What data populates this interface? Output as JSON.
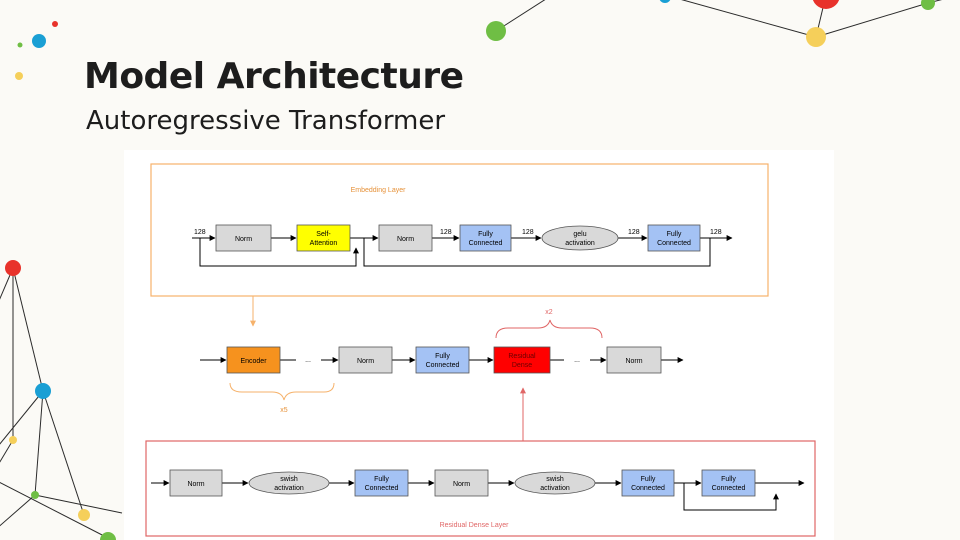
{
  "slide": {
    "title": "Model Architecture",
    "subtitle": "Autoregressive Transformer"
  },
  "diagram": {
    "embedding_layer": {
      "label": "Embedding Layer",
      "dims": [
        "128",
        "128",
        "128",
        "128",
        "128"
      ],
      "blocks": {
        "norm1": "Norm",
        "self_attention": [
          "Self-",
          "Attention"
        ],
        "norm2": "Norm",
        "fully_connected1": [
          "Fully",
          "Connected"
        ],
        "gelu": [
          "gelu",
          "activation"
        ],
        "fully_connected2": [
          "Fully",
          "Connected"
        ]
      }
    },
    "main_stack": {
      "encoder": "Encoder",
      "ellipsis1": "...",
      "norm": "Norm",
      "fully_connected": [
        "Fully",
        "Connected"
      ],
      "residual_dense": [
        "Residual",
        "Dense"
      ],
      "ellipsis2": "...",
      "final_norm": "Norm",
      "repeat_encoder": "x5",
      "repeat_residual": "x2"
    },
    "residual_dense_layer": {
      "label": "Residual Dense Layer",
      "blocks": {
        "norm1": "Norm",
        "swish1": [
          "swish",
          "activation"
        ],
        "fully_connected1": [
          "Fully",
          "Connected"
        ],
        "norm2": "Norm",
        "swish2": [
          "swish",
          "activation"
        ],
        "fully_connected2": [
          "Fully",
          "Connected"
        ],
        "fully_connected3": [
          "Fully",
          "Connected"
        ]
      }
    },
    "colors": {
      "norm": "#d9d9d9",
      "self_attention": "#ffff00",
      "fully_connected": "#a4c2f4",
      "activation": "#d9d9d9",
      "encoder": "#f6921e",
      "residual_dense": "#ff0000",
      "embedding_frame": "#f6b26b",
      "residual_frame": "#e06666"
    }
  }
}
